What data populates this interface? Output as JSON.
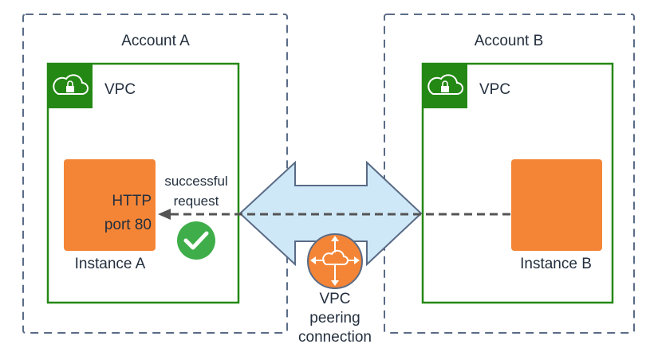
{
  "account_a": {
    "title": "Account A"
  },
  "account_b": {
    "title": "Account B"
  },
  "vpc_a": {
    "label": "VPC"
  },
  "vpc_b": {
    "label": "VPC"
  },
  "instance_a": {
    "label": "Instance A",
    "body_line1": "HTTP",
    "body_line2": "port 80"
  },
  "instance_b": {
    "label": "Instance B"
  },
  "request": {
    "line1": "successful",
    "line2": "request"
  },
  "peering": {
    "line1": "VPC",
    "line2": "peering",
    "line3": "connection"
  },
  "icons": {
    "vpc": "cloud-lock-icon",
    "peering": "router-icon",
    "success": "check-circle-icon"
  },
  "colors": {
    "vpc_green": "#248814",
    "instance_orange": "#f58536",
    "peering_fill": "#cfe8f7",
    "success_green": "#3fae4a",
    "dashed_line": "#545454",
    "account_border": "#5a6b86"
  }
}
